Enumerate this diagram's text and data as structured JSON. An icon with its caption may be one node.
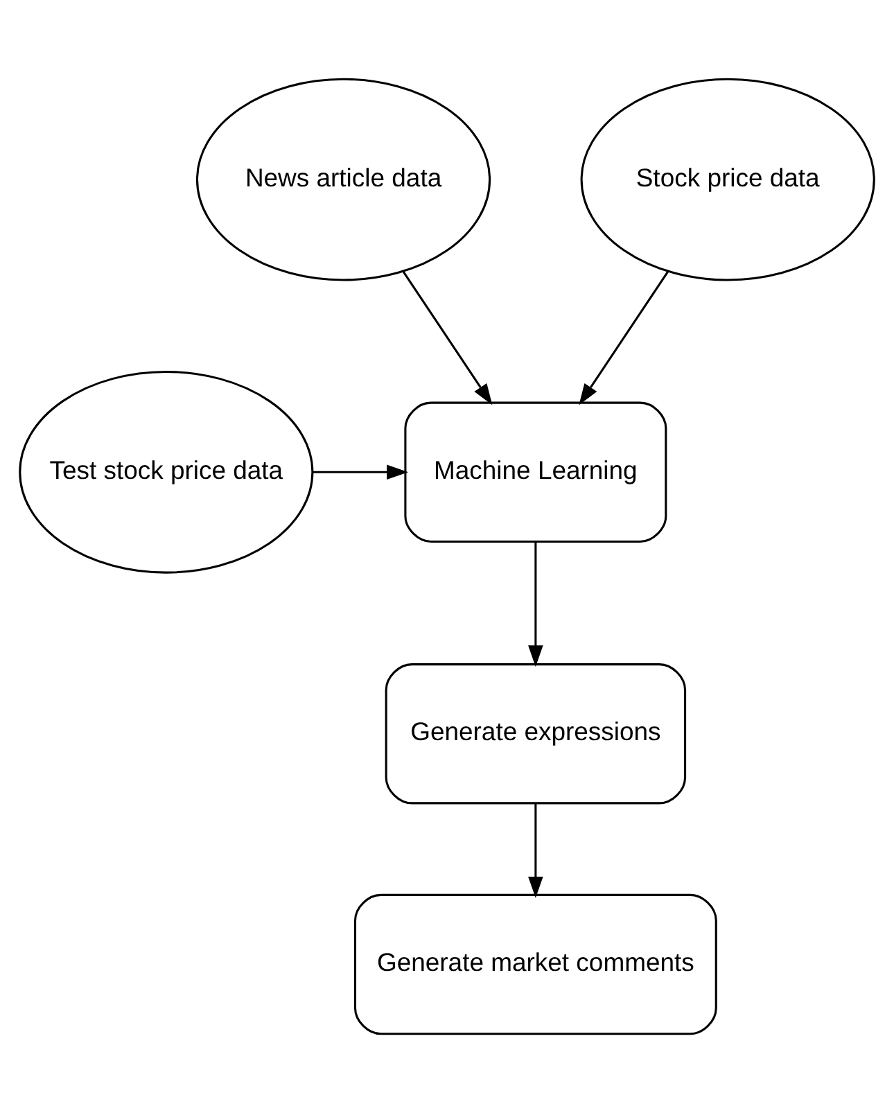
{
  "diagram": {
    "nodes": [
      {
        "text": [
          "News article data"
        ]
      },
      {
        "text": [
          "Stock price data"
        ]
      },
      {
        "text": [
          "Test stock price data"
        ]
      },
      {
        "text": [
          "Machine Learning"
        ]
      },
      {
        "text": [
          "Generate expressions"
        ]
      },
      {
        "text": [
          "Generate market comments"
        ]
      }
    ],
    "edges": [
      {
        "from": 0,
        "to": 3,
        "arrow": "to"
      },
      {
        "from": 1,
        "to": 3,
        "arrow": "to"
      },
      {
        "from": 2,
        "to": 3,
        "arrow": "to"
      },
      {
        "from": 3,
        "to": 4,
        "arrow": "to"
      },
      {
        "from": 4,
        "to": 5,
        "arrow": "to"
      }
    ]
  }
}
